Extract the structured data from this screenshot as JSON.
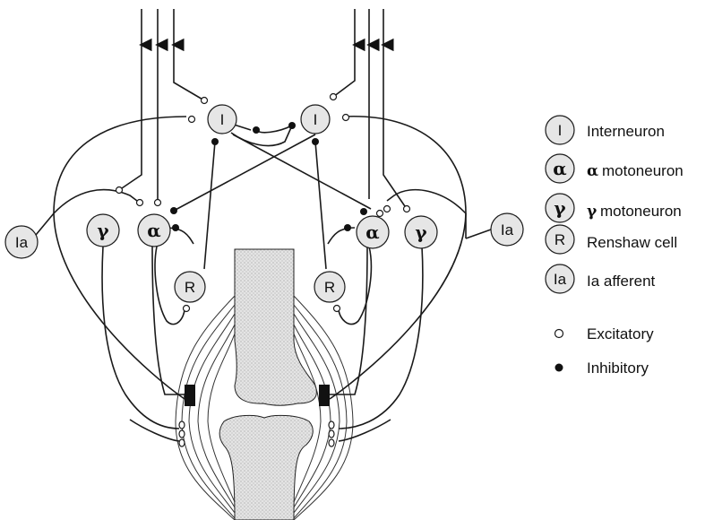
{
  "nodes": {
    "interneuron_left": "I",
    "interneuron_right": "I",
    "gamma_left": "γ",
    "gamma_right": "γ",
    "alpha_left": "α",
    "alpha_right": "α",
    "renshaw_left": "R",
    "renshaw_right": "R",
    "ia_left": "Ia",
    "ia_right": "Ia"
  },
  "legend": {
    "interneuron": {
      "symbol": "I",
      "label": "Interneuron"
    },
    "alpha": {
      "symbol": "α",
      "label_symbol": "α",
      "label": "motoneuron"
    },
    "gamma": {
      "symbol": "γ",
      "label_symbol": "γ",
      "label": "motoneuron"
    },
    "renshaw": {
      "symbol": "R",
      "label": "Renshaw cell"
    },
    "ia": {
      "symbol": "Ia",
      "label": "Ia afferent"
    },
    "excitatory": {
      "label": "Excitatory"
    },
    "inhibitory": {
      "label": "Inhibitory"
    }
  },
  "colors": {
    "line": "#1a1a1a",
    "node_fill": "#e6e6e6",
    "bone_fill": "#d9d9d9"
  }
}
